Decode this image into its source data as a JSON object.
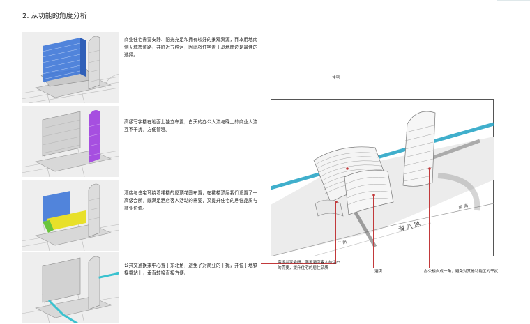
{
  "section": {
    "title": "2. 从功能的角度分析"
  },
  "rows": [
    {
      "highlight": "residential",
      "highlight_color": "#3f78d8",
      "text": "商业住宅需要安静、阳光充足和拥有较好的景观资源，而本用地南侧无城市道路，并临近五胜河，因此将住宅置于基地南边是最佳的选择。"
    },
    {
      "highlight": "office",
      "highlight_color": "#a64fe0",
      "text": "高级写字楼在地面上独立布置，白天的办公人流与晚上的商业人流互不干扰，方便管理。"
    },
    {
      "highlight": "hotel-and-clubhouse",
      "highlight_color": "#e8e02a",
      "text": "酒店与住宅环绕着裙楼的屋顶花园布置，在裙楼顶层我们设置了一高级会所，既满足酒店客人活动的需要，又提升住宅的居住品质与商业价值。"
    },
    {
      "highlight": "transit-interchange",
      "highlight_color": "#3ac2cf",
      "text": "公共交通换乘中心置于东北角，避免了对商业的干扰，并位于地铁换乘站上，垂直转换直接方便。"
    }
  ],
  "diagram": {
    "accent_color": "#c2393b",
    "river_color": "#1fa2c4",
    "labels": {
      "residential": "住宅",
      "clubhouse": "高级共享会所，满足酒店客人与住户\n的需要，提升住宅的居住品质",
      "hotel": "酒店",
      "office": "办公楼自成一角，避免对其他功能区的干扰"
    },
    "road_labels": {
      "road_main": "海 八 路",
      "road_guangzhou": "广 州",
      "road_nanhai": "南 海"
    }
  }
}
